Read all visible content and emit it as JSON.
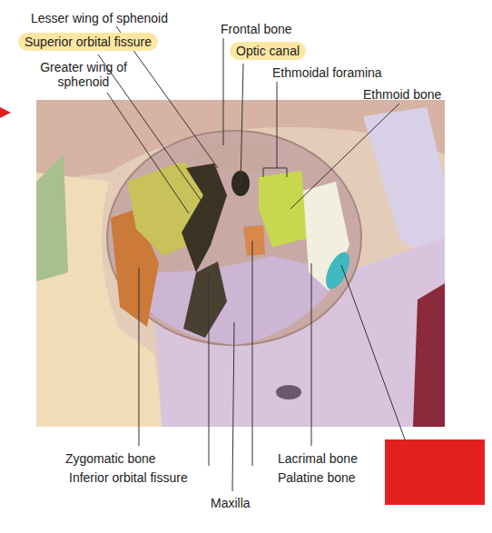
{
  "diagram": {
    "nodes": [
      {
        "text": [
          "Superior orbital fissure"
        ]
      },
      {
        "text": [
          "Optic canal"
        ]
      }
    ],
    "labels": [
      "Lesser wing of sphenoid",
      "Frontal bone",
      "Greater wing of sphenoid",
      "Ethmoidal foramina",
      "Ethmoid bone",
      "Zygomatic bone",
      "Inferior orbital fissure",
      "Maxilla",
      "Lacrimal bone",
      "Palatine bone"
    ]
  }
}
